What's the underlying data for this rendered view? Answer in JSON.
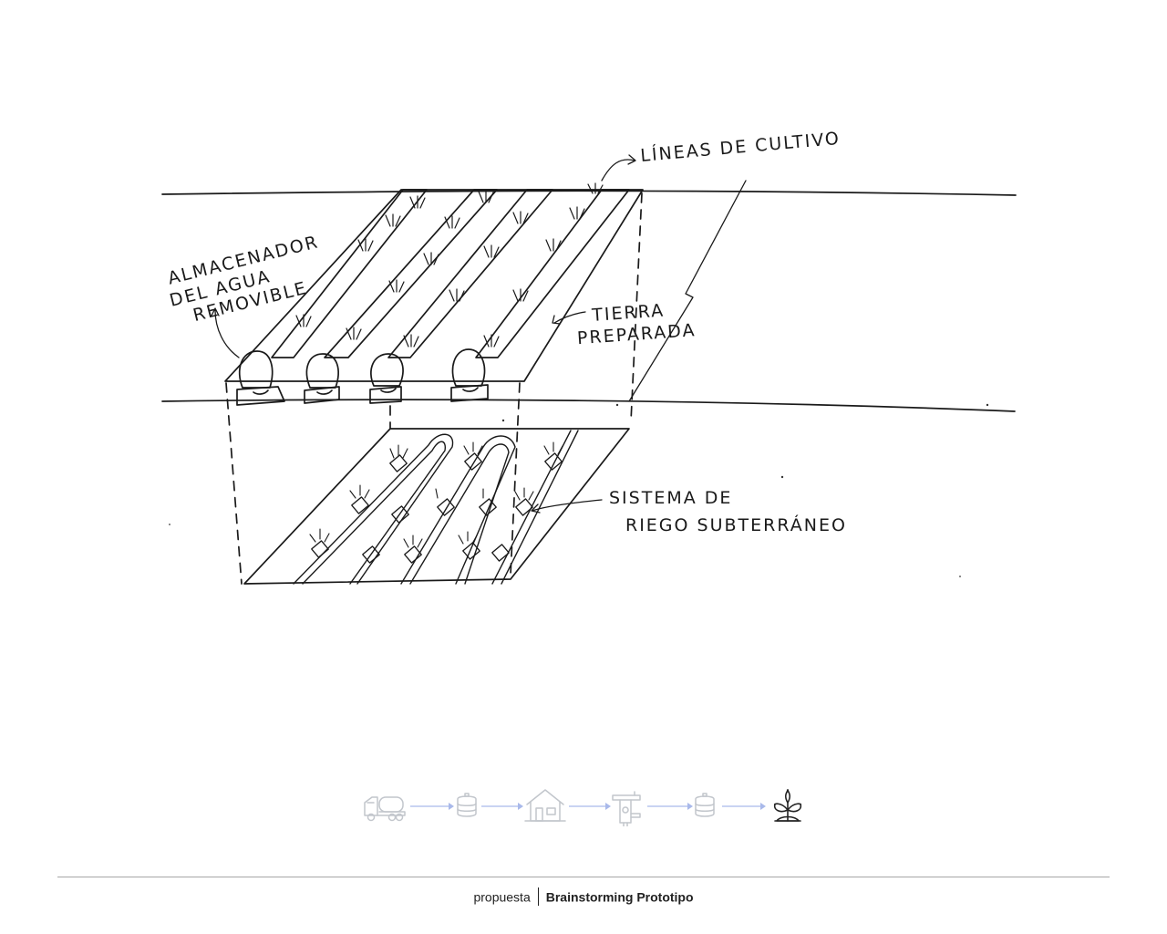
{
  "labels": {
    "crop_lines": "LÍNEAS DE CULTIVO",
    "water_storage_line1": "ALMACENADOR",
    "water_storage_line2": "DEL AGUA",
    "water_storage_line3": "REMOVIBLE",
    "prepared_soil_line1": "TIERRA",
    "prepared_soil_line2": "PREPARADA",
    "irrigation_line1": "SISTEMA DE",
    "irrigation_line2": "RIEGO SUBTERRÁNEO"
  },
  "process_flow": {
    "steps": [
      {
        "icon": "water-truck-icon",
        "active": false
      },
      {
        "icon": "water-tank-icon",
        "active": false
      },
      {
        "icon": "house-icon",
        "active": false
      },
      {
        "icon": "water-filter-icon",
        "active": false
      },
      {
        "icon": "water-tank-icon",
        "active": false
      },
      {
        "icon": "plant-sprout-icon",
        "active": true
      }
    ],
    "colors": {
      "muted_icon": "#c2c6cc",
      "arrow": "#a9b9ea",
      "active_icon": "#222222"
    }
  },
  "footer": {
    "section": "propuesta",
    "title": "Brainstorming Prototipo"
  }
}
